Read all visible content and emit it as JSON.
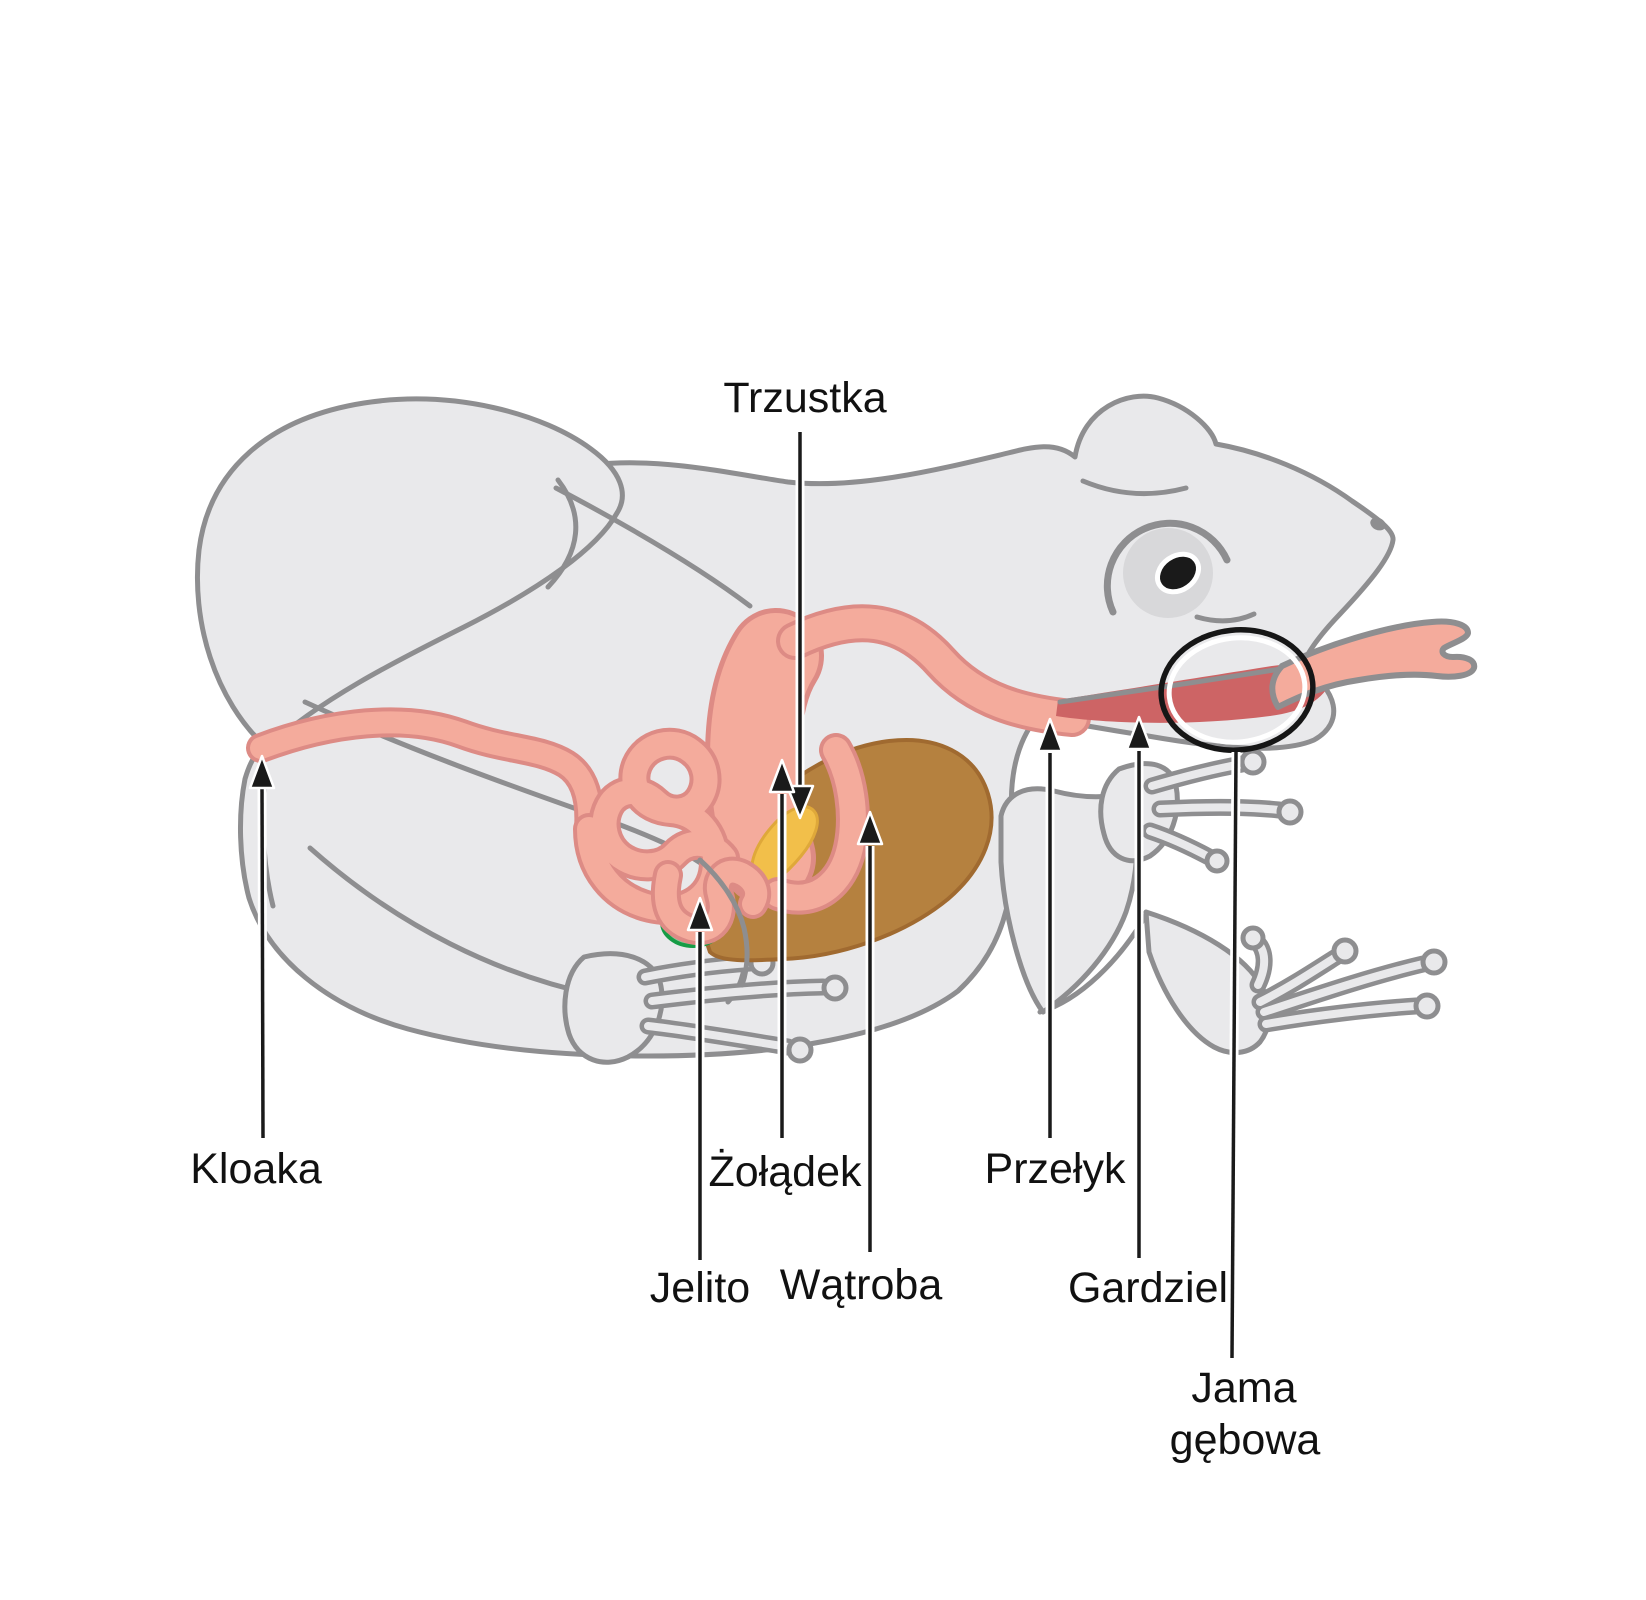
{
  "colors": {
    "body_fill": "#e9e9eb",
    "outline_gray": "#8e8e90",
    "organ_pink": "#f4ab9c",
    "organ_pink_outline": "#dd8b85",
    "gullet_red": "#cd6465",
    "liver_brown": "#b5813f",
    "liver_outline": "#a06a30",
    "pancreas_yellow": "#f2bf4a",
    "pancreas_outline": "#dfa83a",
    "cloaca_green": "#8fc79b",
    "cloaca_green_stroke": "#169c46",
    "annotation_black": "#1a1a1a",
    "label_color": "#111111"
  },
  "diagram": {
    "labels": {
      "trzustka": "Trzustka",
      "kloaka": "Kloaka",
      "jelito": "Jelito",
      "zoladek": "Żołądek",
      "watroba": "Wątroba",
      "przelyk": "Przełyk",
      "gardziel": "Gardziel",
      "jama_gebowa_line1": "Jama",
      "jama_gebowa_line2": "gębowa"
    }
  }
}
